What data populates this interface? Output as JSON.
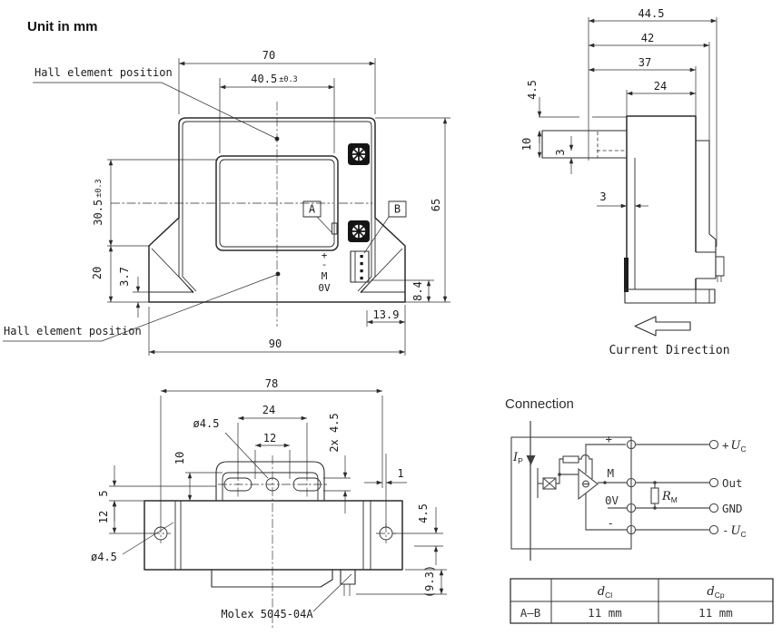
{
  "unit_note": "Unit in mm",
  "front": {
    "hall_top": "Hall element position",
    "hall_bottom": "Hall element position",
    "d70": "70",
    "d405": "40.5",
    "d405_tol": "±0.3",
    "d305": "30.5",
    "d305_tol": "±0.3",
    "d20": "20",
    "d37": "3.7",
    "d65": "65",
    "d84": "8.4",
    "d139": "13.9",
    "d90": "90",
    "callout_a": "A",
    "callout_b": "B",
    "pin_plus": "+",
    "pin_minus": "-",
    "pin_m": "M",
    "pin_0v": "0V"
  },
  "side": {
    "d445": "44.5",
    "d42": "42",
    "d37": "37",
    "d24": "24",
    "d45": "4.5",
    "d10": "10",
    "d3_left": "3",
    "d3_mid": "3",
    "current_direction": "Current Direction"
  },
  "bottom": {
    "d78": "78",
    "d24": "24",
    "d12_top": "12",
    "dia_top": "ø4.5",
    "d2x45": "2x 4.5",
    "d10": "10",
    "d5": "5",
    "d12_left": "12",
    "d1": "1",
    "d45_right": "4.5",
    "dia_left": "ø4.5",
    "d93": "(9.3)",
    "molex": "Molex 5045-04A"
  },
  "connection": {
    "title": "Connection",
    "ip": "I",
    "ip_sub": "P",
    "t_plus": "+",
    "t_m": "M",
    "t_0v": "0V",
    "t_minus": "-",
    "rm": "R",
    "rm_sub": "M",
    "u_plus_sign": "+",
    "u_plus": "U",
    "u_plus_sub": "C",
    "out": "Out",
    "gnd": "GND",
    "u_minus_sign": "-",
    "u_minus": "U",
    "u_minus_sub": "C"
  },
  "table": {
    "h_d1": "d",
    "h_d1_sub": "Cl",
    "h_d2": "d",
    "h_d2_sub": "Cp",
    "row_label": "A–B",
    "val1": "11 mm",
    "val2": "11 mm"
  },
  "colors": {
    "line": "#2b2b2b",
    "circuit": "#4c4c4c",
    "terminal_fill": "#141414"
  }
}
